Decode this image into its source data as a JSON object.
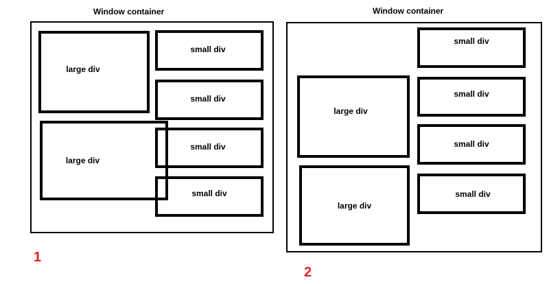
{
  "diagram1": {
    "title": "Window container",
    "number": "1",
    "large_label": "large div",
    "small_label": "small div"
  },
  "diagram2": {
    "title": "Window container",
    "number": "2",
    "large_label": "large div",
    "small_label": "small div"
  },
  "colors": {
    "number": "#e02020",
    "border": "#000000"
  }
}
